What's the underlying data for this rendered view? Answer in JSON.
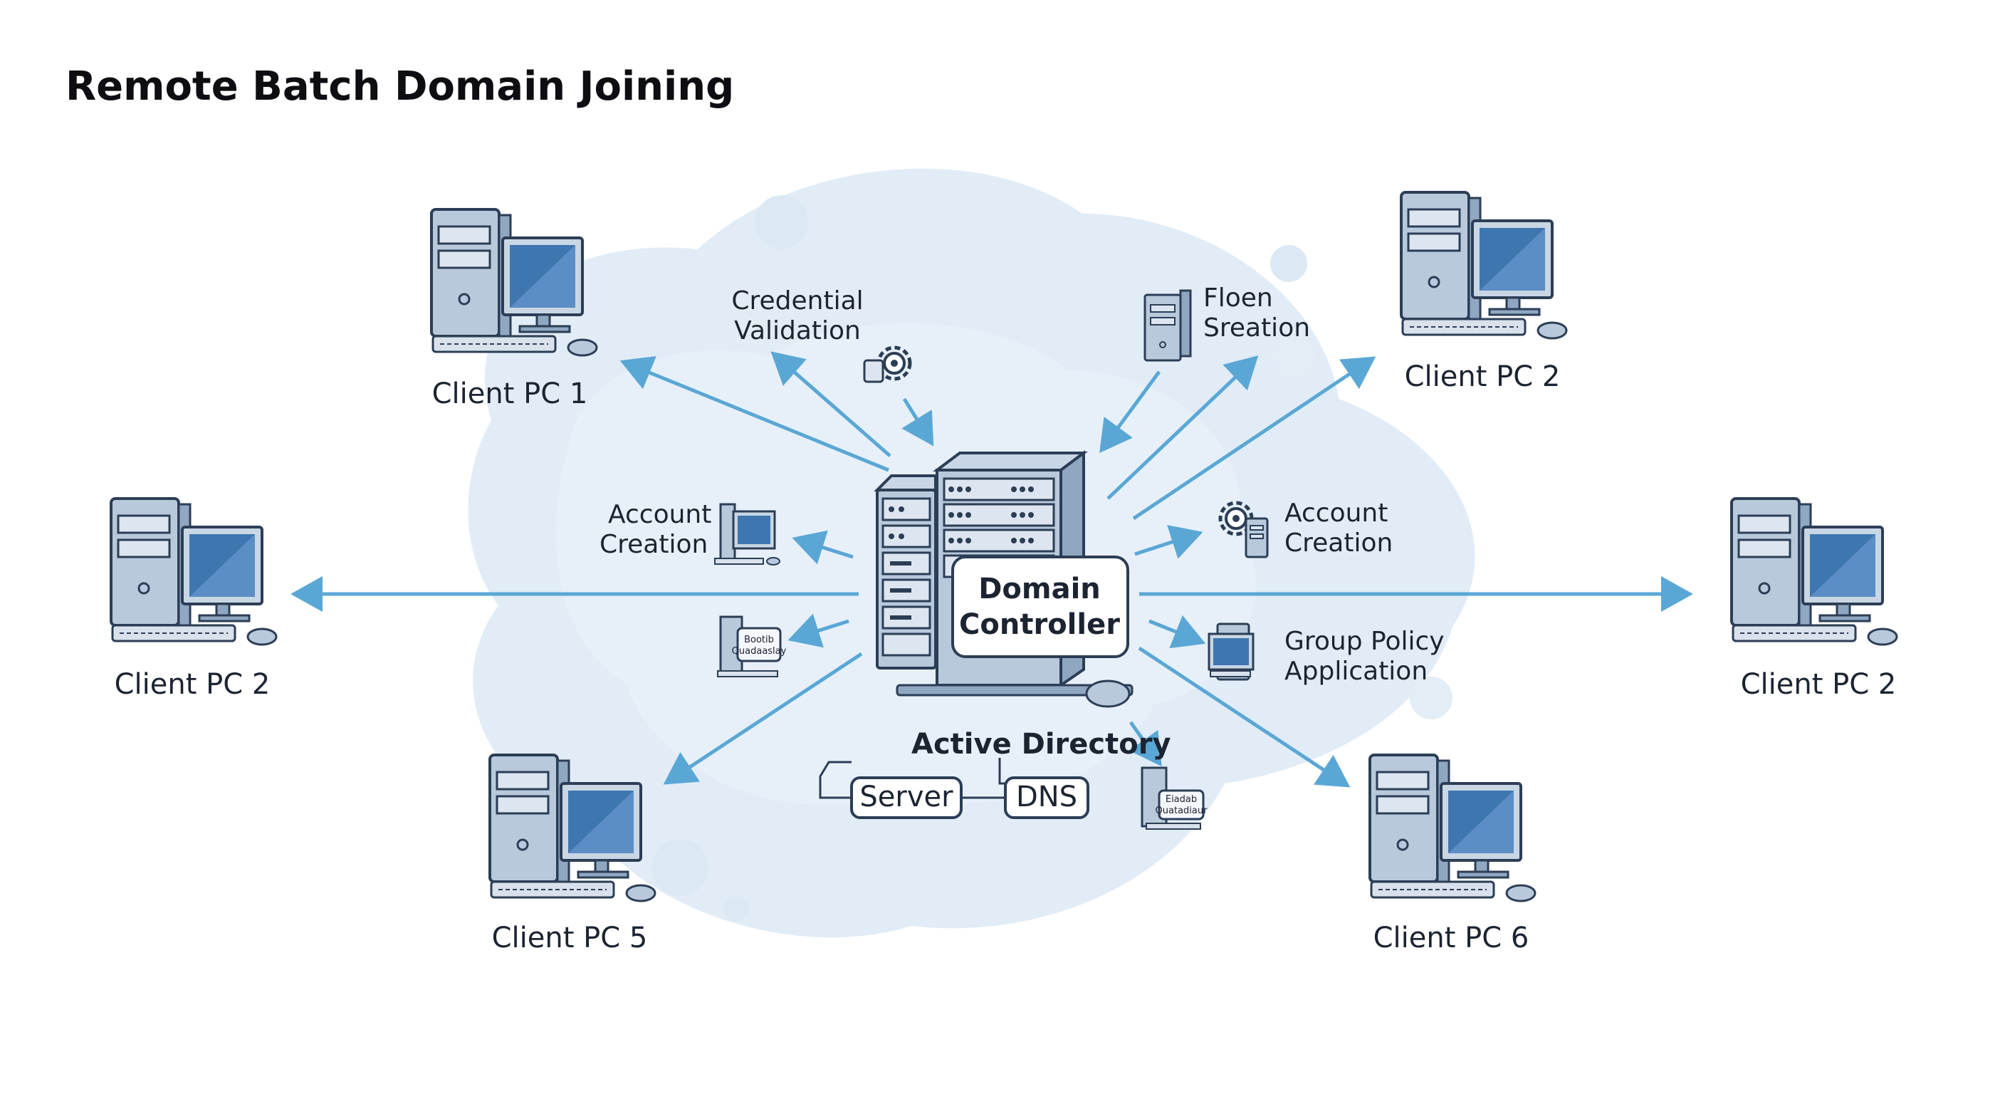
{
  "title": "Remote Batch Domain Joining",
  "colors": {
    "arrow": "#5aa7d6",
    "blob": "#dce9f4",
    "device_frame": "#2c3e56",
    "device_body": "#b8c9dc",
    "screen": "#3e76b0"
  },
  "center": {
    "label_line1": "Domain",
    "label_line2": "Controller",
    "active_directory": "Active Directory",
    "server": "Server",
    "dns": "DNS"
  },
  "clients": [
    {
      "id": "c1",
      "label": "Client PC 1"
    },
    {
      "id": "c2",
      "label": "Client PC 2"
    },
    {
      "id": "c3",
      "label": "Client PC 2"
    },
    {
      "id": "c4",
      "label": "Client PC 2"
    },
    {
      "id": "c5",
      "label": "Client PC 5"
    },
    {
      "id": "c6",
      "label": "Client PC 6"
    }
  ],
  "steps": {
    "credential_line1": "Credential",
    "credential_line2": "Validation",
    "floen_line1": "Floen",
    "floen_line2": "Sreation",
    "account_left_line1": "Account",
    "account_left_line2": "Creation",
    "account_right_line1": "Account",
    "account_right_line2": "Creation",
    "gp_line1": "Group Policy",
    "gp_line2": "Application"
  },
  "doc_icon_text": {
    "left_line1": "Bootib",
    "left_line2": "Quadaaslay",
    "right_line1": "Eiadab",
    "right_line2": "Quatadiaur"
  },
  "icons": [
    "gear-icon",
    "server-icon",
    "monitor-icon",
    "document-icon",
    "mouse-icon"
  ]
}
